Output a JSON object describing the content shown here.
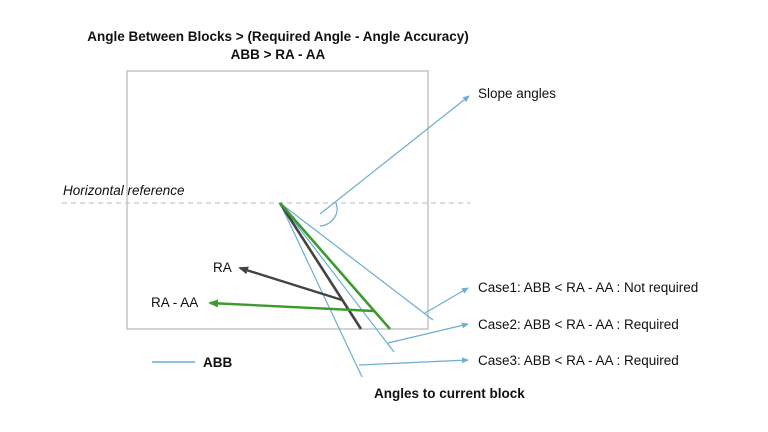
{
  "title": {
    "line1": "Angle Between Blocks > (Required Angle - Angle Accuracy)",
    "line2": "ABB > RA - AA"
  },
  "labels": {
    "horizontal_reference": "Horizontal reference",
    "slope_angles": "Slope angles",
    "ra": "RA",
    "ra_aa": "RA - AA",
    "angles_to_current_block": "Angles to current block"
  },
  "legend": {
    "abb": "ABB"
  },
  "cases": [
    {
      "label": "Case1: ABB < RA - AA : Not required"
    },
    {
      "label": "Case2: ABB < RA - AA : Required"
    },
    {
      "label": "Case3: ABB < RA - AA : Required"
    }
  ],
  "colors": {
    "abb_line": "#6aaed0",
    "required_angle": "#444444",
    "ra_minus_aa": "#3c9a2e",
    "box_border": "#c8c8c8",
    "reference_dash": "#c8c8c8"
  }
}
